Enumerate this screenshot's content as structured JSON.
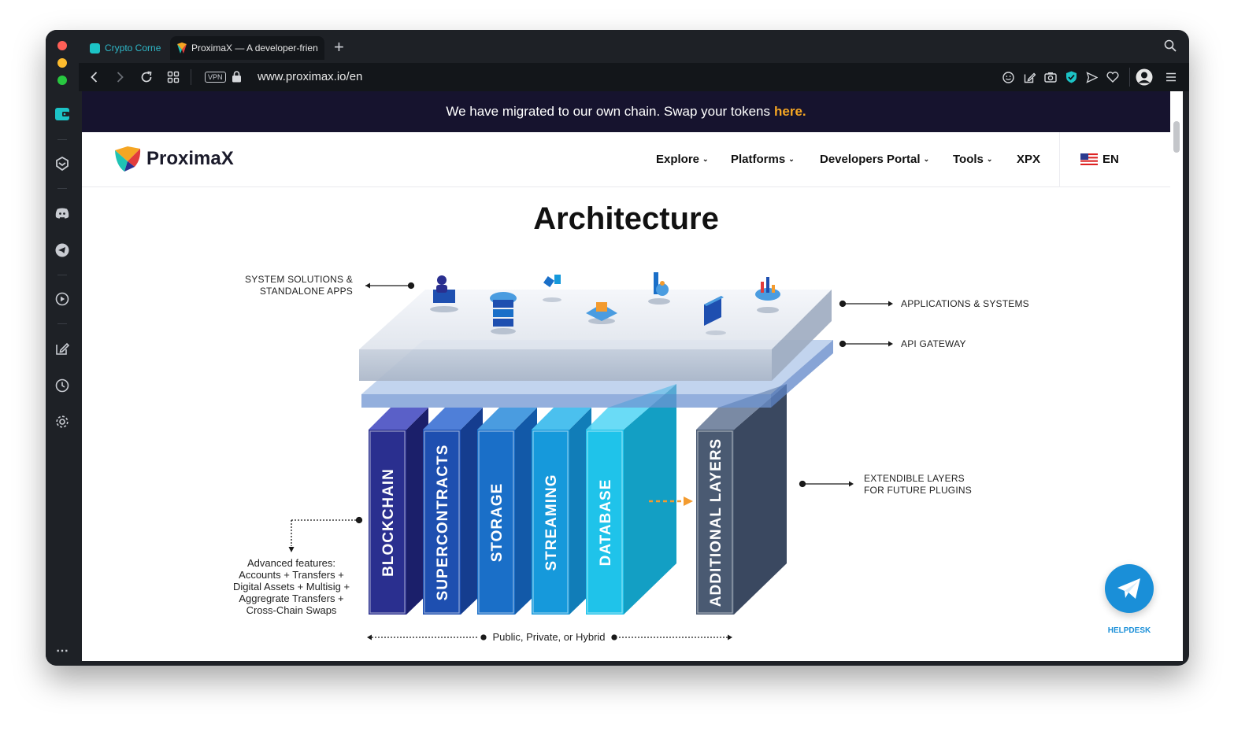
{
  "browser": {
    "tabs": [
      {
        "label": "Crypto Corne",
        "active": false
      },
      {
        "label": "ProximaX — A developer-frien",
        "active": true
      }
    ],
    "new_tab": "+",
    "vpn_badge": "VPN",
    "url": "www.proximax.io/en"
  },
  "banner": {
    "text": "We have migrated to our own chain. Swap your tokens",
    "link": "here."
  },
  "site": {
    "logo_text": "ProximaX",
    "nav": [
      {
        "label": "Explore",
        "caret": "⌄"
      },
      {
        "label": "Platforms",
        "caret": "⌄"
      },
      {
        "label": "Developers Portal",
        "caret": "⌄"
      },
      {
        "label": "Tools",
        "caret": "⌄"
      },
      {
        "label": "XPX"
      }
    ],
    "language": "EN"
  },
  "section": {
    "title": "Architecture"
  },
  "diagram": {
    "pillars": [
      "BLOCKCHAIN",
      "SUPERCONTRACTS",
      "STORAGE",
      "STREAMING",
      "DATABASE"
    ],
    "extra_pillar": "ADDITIONAL LAYERS",
    "labels": {
      "system_solutions": [
        "SYSTEM SOLUTIONS &",
        "STANDALONE APPS"
      ],
      "applications": "APPLICATIONS & SYSTEMS",
      "api_gateway": "API GATEWAY",
      "extendible": [
        "EXTENDIBLE LAYERS",
        "FOR FUTURE PLUGINS"
      ],
      "advanced": [
        "Advanced features:",
        "Accounts + Transfers +",
        "Digital Assets + Multisig +",
        "Aggregrate Transfers +",
        "Cross-Chain Swaps"
      ],
      "deployment": "Public, Private, or Hybrid"
    },
    "colors": {
      "blockchain": "#2a2f8f",
      "supercontracts": "#1e4fb0",
      "storage": "#1a6fc8",
      "streaming": "#1699db",
      "database": "#1fc3ea",
      "additional": "#4a5a72",
      "accent": "#f39b2f"
    }
  },
  "helpdesk": {
    "label": "HELPDESK"
  }
}
